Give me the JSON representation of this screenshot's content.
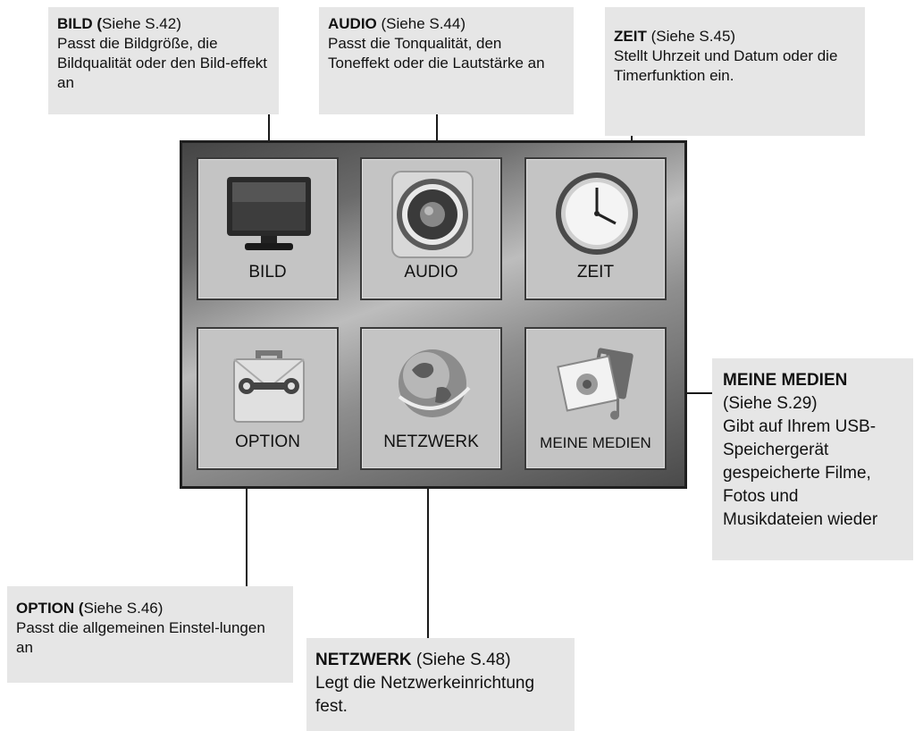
{
  "callouts": {
    "bild": {
      "title": "BILD (",
      "ref": "Siehe S.42)",
      "desc": "Passt die Bildgröße, die Bildqualität oder den Bild-effekt an"
    },
    "audio": {
      "title": "AUDIO",
      "ref": " (Siehe S.44)",
      "desc": "Passt die Tonqualität, den Toneffekt oder die Lautstärke an"
    },
    "zeit": {
      "title": "ZEIT",
      "ref": " (Siehe S.45)",
      "desc": "Stellt Uhrzeit und Datum oder die Timerfunktion ein."
    },
    "meine_medien": {
      "title": "MEINE MEDIEN",
      "ref": "(Siehe S.29)",
      "desc": "Gibt auf Ihrem USB-Speichergerät gespeicherte Filme, Fotos und Musikdateien wieder"
    },
    "option": {
      "title": "OPTION (",
      "ref": "Siehe S.46)",
      "desc": "Passt die allgemeinen Einstel-lungen an"
    },
    "netzwerk": {
      "title": "NETZWERK",
      "ref": " (Siehe S.48)",
      "desc": "Legt die Netzwerkeinrichtung fest."
    }
  },
  "menu": {
    "tiles": [
      {
        "label": "BILD",
        "icon": "tv-icon"
      },
      {
        "label": "AUDIO",
        "icon": "speaker-icon"
      },
      {
        "label": "ZEIT",
        "icon": "clock-icon"
      },
      {
        "label": "OPTION",
        "icon": "toolbox-icon"
      },
      {
        "label": "NETZWERK",
        "icon": "globe-icon"
      },
      {
        "label": "MEINE MEDIEN",
        "icon": "media-photo-icon"
      }
    ]
  }
}
